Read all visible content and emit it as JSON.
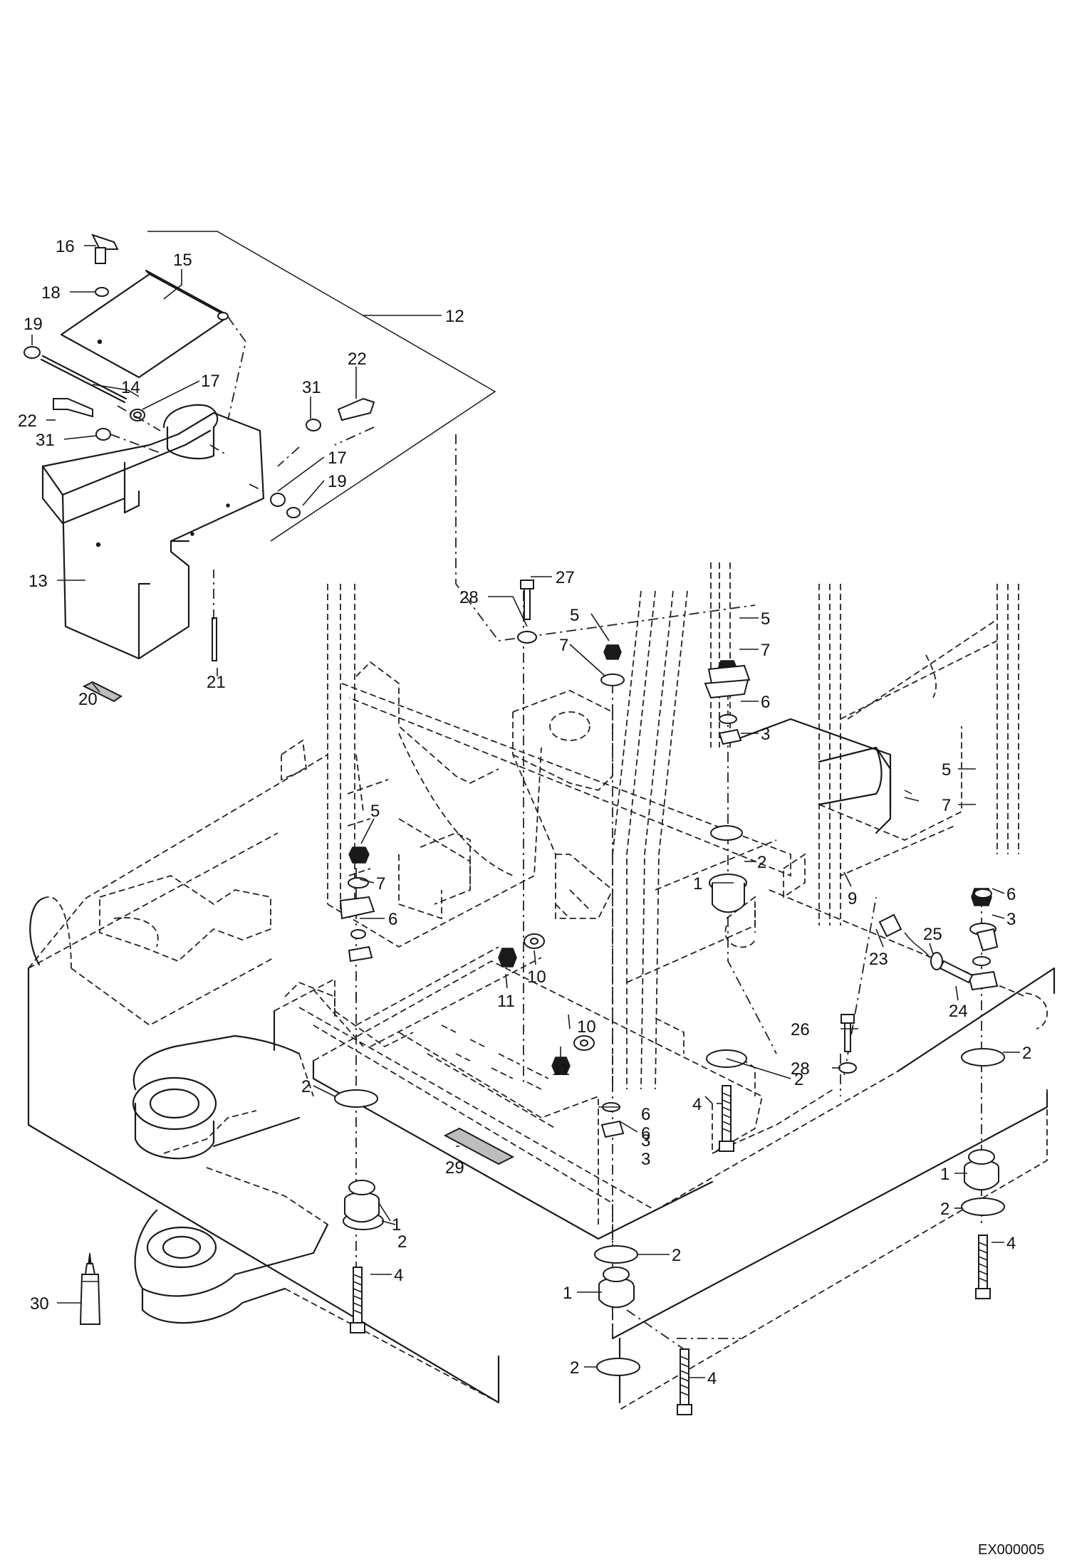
{
  "drawing_code": "EX000005",
  "callouts": [
    {
      "label": "16"
    },
    {
      "label": "15"
    },
    {
      "label": "18"
    },
    {
      "label": "19"
    },
    {
      "label": "12"
    },
    {
      "label": "14"
    },
    {
      "label": "17"
    },
    {
      "label": "22"
    },
    {
      "label": "31"
    },
    {
      "label": "22"
    },
    {
      "label": "31"
    },
    {
      "label": "17"
    },
    {
      "label": "19"
    },
    {
      "label": "13"
    },
    {
      "label": "21"
    },
    {
      "label": "20"
    },
    {
      "label": "27"
    },
    {
      "label": "28"
    },
    {
      "label": "5"
    },
    {
      "label": "7"
    },
    {
      "label": "5"
    },
    {
      "label": "7"
    },
    {
      "label": "6"
    },
    {
      "label": "3"
    },
    {
      "label": "5"
    },
    {
      "label": "7"
    },
    {
      "label": "5"
    },
    {
      "label": "7"
    },
    {
      "label": "6"
    },
    {
      "label": "2"
    },
    {
      "label": "1"
    },
    {
      "label": "9"
    },
    {
      "label": "6"
    },
    {
      "label": "3"
    },
    {
      "label": "23"
    },
    {
      "label": "25"
    },
    {
      "label": "24"
    },
    {
      "label": "11"
    },
    {
      "label": "10"
    },
    {
      "label": "6"
    },
    {
      "label": "3"
    },
    {
      "label": "26"
    },
    {
      "label": "2"
    },
    {
      "label": "11"
    },
    {
      "label": "10"
    },
    {
      "label": "28"
    },
    {
      "label": "2"
    },
    {
      "label": "4"
    },
    {
      "label": "2"
    },
    {
      "label": "6"
    },
    {
      "label": "3"
    },
    {
      "label": "29"
    },
    {
      "label": "1"
    },
    {
      "label": "2"
    },
    {
      "label": "4"
    },
    {
      "label": "1"
    },
    {
      "label": "2"
    },
    {
      "label": "4"
    },
    {
      "label": "2"
    },
    {
      "label": "1"
    },
    {
      "label": "30"
    },
    {
      "label": "2"
    },
    {
      "label": "4"
    }
  ]
}
